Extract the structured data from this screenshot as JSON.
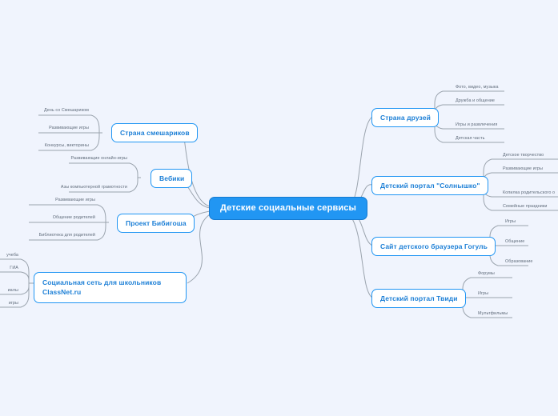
{
  "diagram": {
    "type": "mind-map",
    "background_color": "#f0f4fd",
    "accent_color": "#2196f3",
    "node_text_color": "#1c7fd6",
    "leaf_text_color": "#5f6b7a",
    "connector_color": "#9aa3ad",
    "root": {
      "label": "Детские социальные сервисы"
    },
    "left_branches": [
      {
        "label": "Страна смешариков",
        "leaves": [
          "День со Смешариком",
          "Развивающие игры",
          "Конкурсы, викторины"
        ]
      },
      {
        "label": "Вебики",
        "leaves": [
          "Развивающие онлайн-игры",
          "Азы компьютерной грамотности"
        ]
      },
      {
        "label": "Проект Бибигоша",
        "leaves": [
          "Развивающие игры",
          "Общение родителей",
          "Библиотека для родителей"
        ]
      },
      {
        "label": "Социальная сеть для школьников ClassNet.ru",
        "label_line1": "Социальная сеть для школьников",
        "label_line2": "ClassNet.ru",
        "leaves": [
          "учеба",
          "ГИА",
          "иалы",
          "игры"
        ]
      }
    ],
    "right_branches": [
      {
        "label": "Страна друзей",
        "leaves": [
          "Фото, видео, музыка",
          "Дружба и общение",
          "Игры и развлечения",
          "Детская часть"
        ]
      },
      {
        "label": "Детский портал \"Солнышко\"",
        "leaves": [
          "Детское творчество",
          "Развивающие игры",
          "Копилка родительского о",
          "Семейные праздники"
        ]
      },
      {
        "label": "Сайт детского браузера Гогуль",
        "leaves": [
          "Игры",
          "Общение",
          "Образование"
        ]
      },
      {
        "label": "Детский портал Твиди",
        "leaves": [
          "Форумы",
          "Игры",
          "Мультфильмы"
        ]
      }
    ]
  }
}
